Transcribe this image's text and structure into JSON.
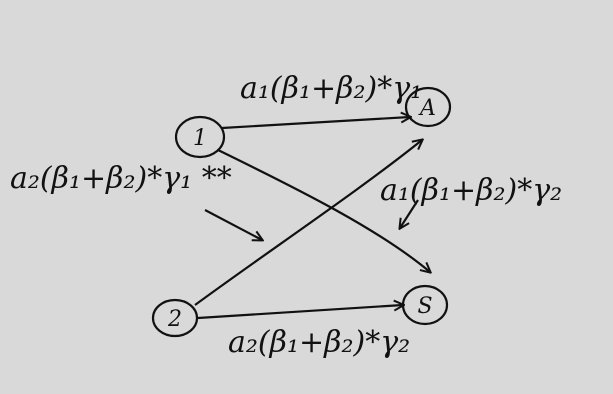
{
  "diagram": {
    "nodes": [
      {
        "id": "n1",
        "label": "1"
      },
      {
        "id": "n2",
        "label": "2"
      },
      {
        "id": "nA",
        "label": "A"
      },
      {
        "id": "nS",
        "label": "S"
      }
    ],
    "edges": [
      {
        "id": "e1A",
        "from": "n1",
        "to": "nA"
      },
      {
        "id": "e1S",
        "from": "n1",
        "to": "nS"
      },
      {
        "id": "e2A",
        "from": "n2",
        "to": "nA"
      },
      {
        "id": "e2S",
        "from": "n2",
        "to": "nS"
      }
    ],
    "labels": {
      "top": "a₁(β₁+β₂)*γ₁",
      "left": "a₂(β₁+β₂)*γ₁ **",
      "right": "a₁(β₁+β₂)*γ₂",
      "bottom": "a₂(β₁+β₂)*γ₂"
    }
  }
}
